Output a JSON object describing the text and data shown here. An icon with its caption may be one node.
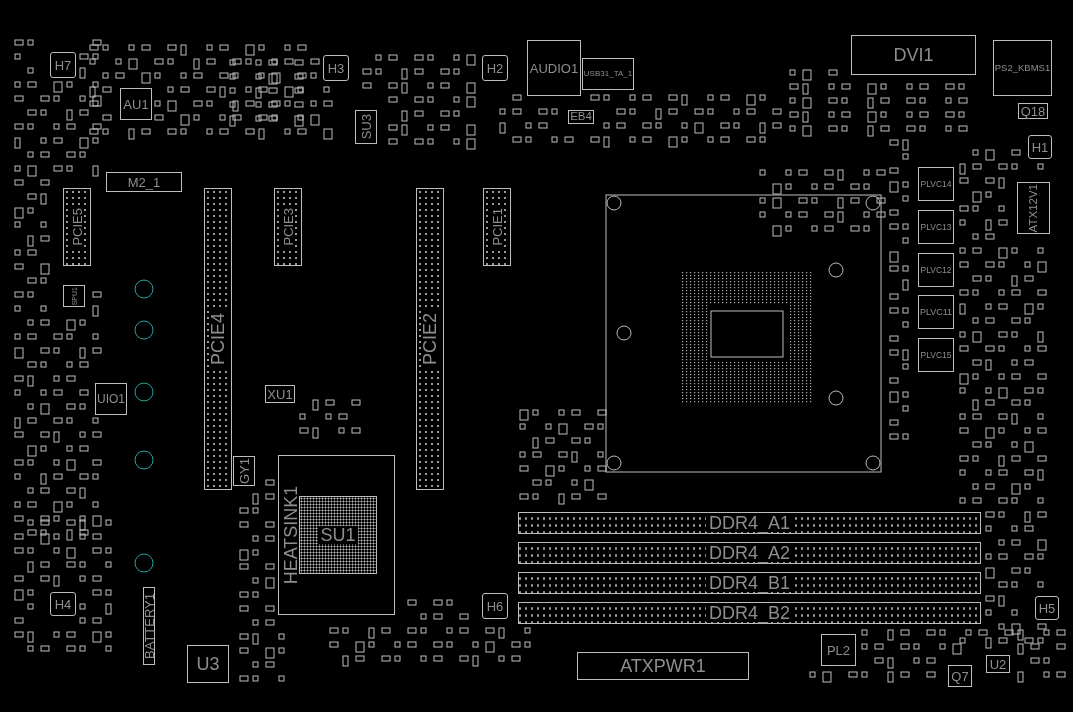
{
  "diagram": {
    "nodes": [
      {
        "text": [
          "H7"
        ]
      },
      {
        "text": [
          "AU1"
        ]
      },
      {
        "text": [
          "H3"
        ]
      },
      {
        "text": [
          "H2"
        ]
      },
      {
        "text": [
          "AUDIO1"
        ]
      },
      {
        "text": [
          "USB31_TA_1"
        ]
      },
      {
        "text": [
          "DVI1"
        ]
      },
      {
        "text": [
          "PS2_KBMS1"
        ]
      },
      {
        "text": [
          "M2_1"
        ]
      },
      {
        "text": [
          "SU3"
        ]
      },
      {
        "text": [
          "EB4"
        ]
      },
      {
        "text": [
          "Q18"
        ]
      },
      {
        "text": [
          "H1"
        ]
      },
      {
        "text": [
          "PCIE5"
        ]
      },
      {
        "text": [
          "PCIE3"
        ]
      },
      {
        "text": [
          "PCIE1"
        ]
      },
      {
        "text": [
          "PCIE4"
        ]
      },
      {
        "text": [
          "PCIE2"
        ]
      },
      {
        "text": [
          "PLVC14"
        ]
      },
      {
        "text": [
          "PLVC13"
        ]
      },
      {
        "text": [
          "PLVC12"
        ]
      },
      {
        "text": [
          "PLVC11"
        ]
      },
      {
        "text": [
          "PLVC15"
        ]
      },
      {
        "text": [
          "ATX12V1"
        ]
      },
      {
        "text": [
          "SPU1"
        ]
      },
      {
        "text": [
          "UIO1"
        ]
      },
      {
        "text": [
          "XU1"
        ]
      },
      {
        "text": [
          "GY1"
        ]
      },
      {
        "text": [
          "HEATSINK1"
        ]
      },
      {
        "text": [
          "SU1"
        ],
        "in": 28
      },
      {
        "text": [
          "H4"
        ]
      },
      {
        "text": [
          "BATTERY1"
        ]
      },
      {
        "text": [
          "U3"
        ]
      },
      {
        "text": [
          "H6"
        ]
      },
      {
        "text": [
          "DDR4_A1"
        ]
      },
      {
        "text": [
          "DDR4_A2"
        ]
      },
      {
        "text": [
          "DDR4_B1"
        ]
      },
      {
        "text": [
          "DDR4_B2"
        ]
      },
      {
        "text": [
          "ATXPWR1"
        ]
      },
      {
        "text": [
          "PL2"
        ]
      },
      {
        "text": [
          "Q7"
        ]
      },
      {
        "text": [
          "U2"
        ]
      },
      {
        "text": [
          "H5"
        ]
      }
    ]
  }
}
